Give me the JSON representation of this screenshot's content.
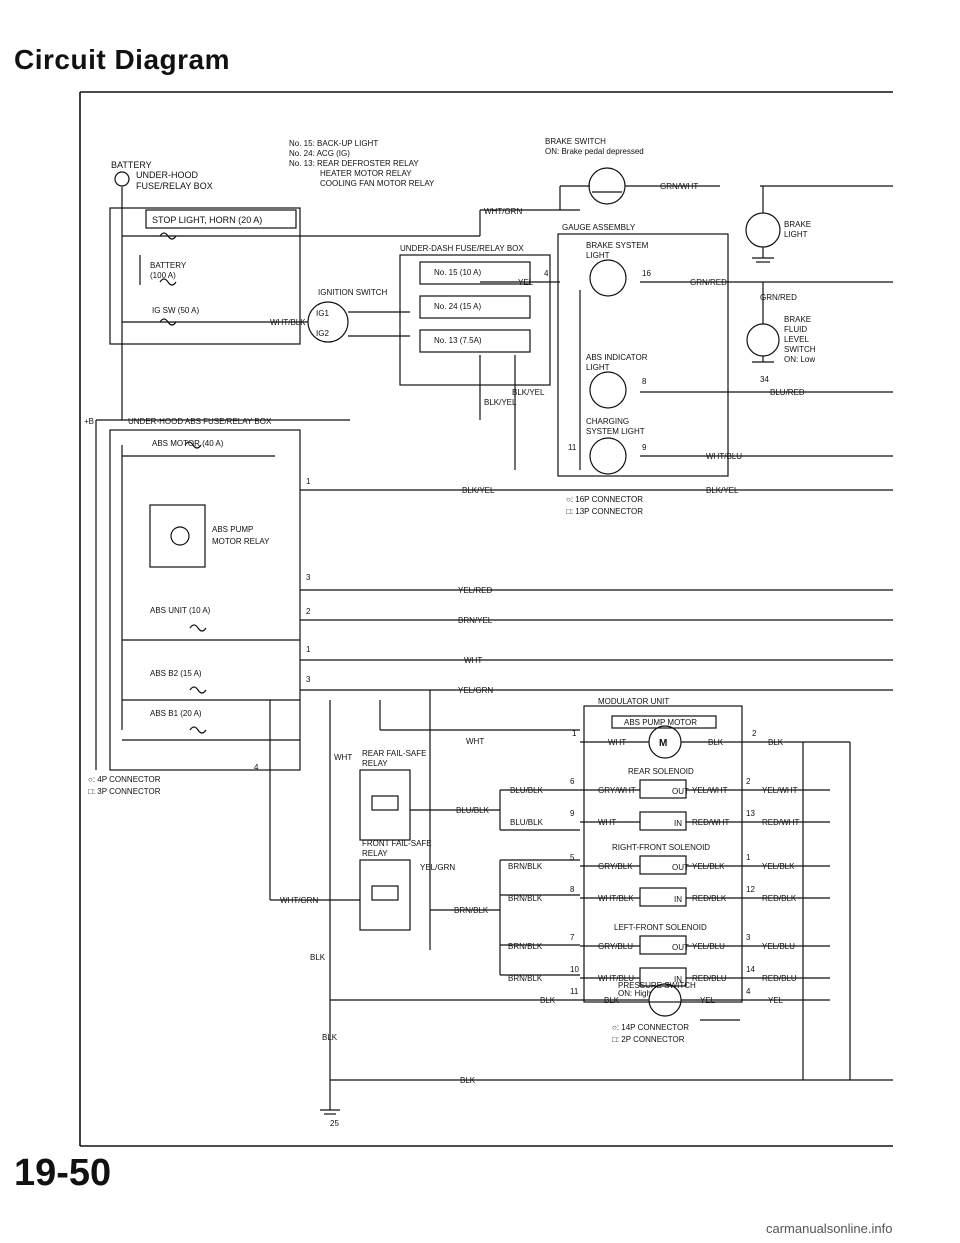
{
  "page": {
    "title": "Circuit Diagram",
    "page_number": "19-50",
    "watermark": "carmanualsonline.info"
  },
  "top_notes": {
    "battery": "BATTERY",
    "underhood_box": [
      "UNDER-HOOD",
      "FUSE/RELAY BOX"
    ],
    "fuse_list": [
      "No. 15: BACK-UP LIGHT",
      "No. 24: ACG (IG)",
      "No. 13: REAR DEFROSTER RELAY",
      "HEATER MOTOR RELAY",
      "COOLING FAN MOTOR RELAY"
    ],
    "brake_switch": [
      "BRAKE SWITCH",
      "ON: Brake pedal depressed"
    ]
  },
  "underhood_fuses": {
    "stop_light_horn": "STOP LIGHT, HORN (20 A)",
    "battery_fuse": [
      "BATTERY",
      "(100 A)"
    ],
    "ig_sw": "IG SW (50 A)"
  },
  "ignition": {
    "label": "IGNITION SWITCH",
    "ig1": "IG1",
    "ig2": "IG2"
  },
  "underdash": {
    "title": "UNDER-DASH FUSE/RELAY BOX",
    "fuses": [
      "No. 15 (10 A)",
      "No. 24 (15 A)",
      "No. 13 (7.5A)"
    ]
  },
  "gauge": {
    "title": "GAUGE ASSEMBLY",
    "brake_system": [
      "BRAKE SYSTEM",
      "LIGHT"
    ],
    "abs_indicator": [
      "ABS INDICATOR",
      "LIGHT"
    ],
    "charging": [
      "CHARGING",
      "SYSTEM LIGHT"
    ],
    "conn16": "○: 16P CONNECTOR",
    "conn13": "□: 13P CONNECTOR"
  },
  "right_components": {
    "brake_light": [
      "BRAKE",
      "LIGHT"
    ],
    "brake_fluid": [
      "BRAKE",
      "FLUID",
      "LEVEL",
      "SWITCH",
      "ON: Low"
    ]
  },
  "abs_box": {
    "title": "UNDER-HOOD ABS FUSE/RELAY BOX",
    "plus_b": "+B",
    "motor_fuse": "ABS MOTOR (40 A)",
    "pump_relay": [
      "ABS PUMP",
      "MOTOR RELAY"
    ],
    "unit_fuse": "ABS UNIT (10 A)",
    "b2": "ABS B2 (15 A)",
    "b1": "ABS B1 (20 A)",
    "conn4": "○: 4P CONNECTOR",
    "conn3": "□: 3P CONNECTOR"
  },
  "relays": {
    "rear": [
      "REAR FAIL-SAFE",
      "RELAY"
    ],
    "front": [
      "FRONT FAIL-SAFE",
      "RELAY"
    ]
  },
  "modulator": {
    "title": "MODULATOR UNIT",
    "pump": "ABS PUMP MOTOR",
    "motor_symbol": "M",
    "rear_sol": "REAR SOLENOID",
    "rf_sol": "RIGHT-FRONT SOLENOID",
    "lf_sol": "LEFT-FRONT SOLENOID",
    "pressure": [
      "PRESSURE SWITCH",
      "ON: High"
    ],
    "conn14": "○: 14P CONNECTOR",
    "conn2": "□: 2P CONNECTOR",
    "out": "OUT",
    "in": "IN"
  },
  "wires": {
    "grn_wht": "GRN/WHT",
    "wht_grn": "WHT/GRN",
    "yel": "YEL",
    "grn_red": "GRN/RED",
    "blk_yel": "BLK/YEL",
    "blu_red": "BLU/RED",
    "wht_blu": "WHT/BLU",
    "wht_blk": "WHT/BLK",
    "wht": "WHT",
    "yel_red": "YEL/RED",
    "brn_yel": "BRN/YEL",
    "yel_grn": "YEL/GRN",
    "blk": "BLK",
    "blu_blk": "BLU/BLK",
    "grn_wht2": "GRY/WHT",
    "yel_wht": "YEL/WHT",
    "red_wht": "RED/WHT",
    "brn_blk": "BRN/BLK",
    "gry_blk": "GRY/BLK",
    "yel_blk": "YEL/BLK",
    "red_blk": "RED/BLK",
    "gry_blu": "GRY/BLU",
    "yel_blu": "YEL/BLU",
    "red_blu": "RED/BLU"
  },
  "pins": {
    "p4": "4",
    "p6": "6",
    "p1": "1",
    "p2": "2",
    "p3": "3",
    "p5": "5",
    "p8": "8",
    "p9": "9",
    "p10": "10",
    "p11": "11",
    "p12": "12",
    "p13": "13",
    "p14": "14",
    "p16": "16",
    "p25": "25",
    "p34": "34",
    "p7": "7"
  }
}
